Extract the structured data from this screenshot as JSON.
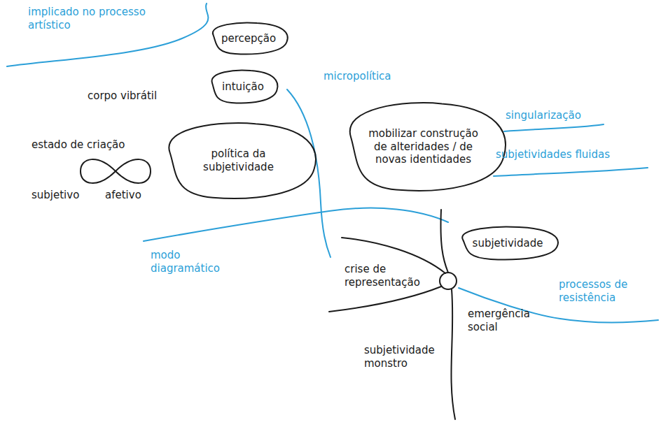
{
  "diagram": {
    "nodes": [
      {
        "text": [
          "percepção"
        ]
      },
      {
        "text": [
          "intuição"
        ]
      },
      {
        "text": [
          "política da subjetividade"
        ]
      },
      {
        "text": [
          "mobilizar construção de alteridades / de novas identidades"
        ]
      },
      {
        "text": [
          "subjetividade"
        ]
      }
    ],
    "labels": [
      "implicado no processo artístico",
      "corpo vibrátil",
      "estado de criação",
      "subjetivo",
      "afetivo",
      "micropolítica",
      "singularização",
      "subjetividades fluidas",
      "modo diagramático",
      "crise de representação",
      "processos de resistência",
      "emergência social",
      "subjetividade monstro"
    ]
  }
}
